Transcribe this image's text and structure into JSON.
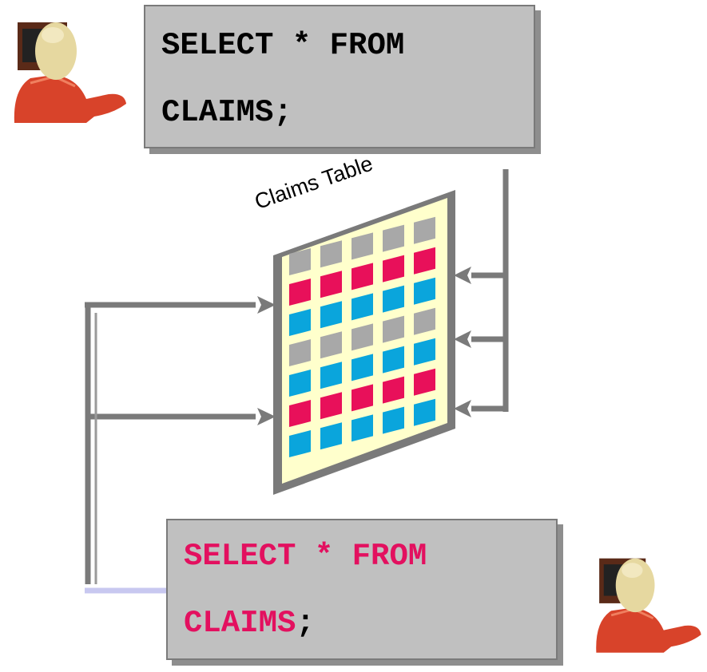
{
  "query_top": {
    "line1": "SELECT * FROM",
    "line2": "CLAIMS",
    "semicolon": ";"
  },
  "query_bottom": {
    "line1": "SELECT * FROM",
    "line2": "CLAIMS",
    "semicolon": ";"
  },
  "table_label": "Claims Table",
  "colors": {
    "box_fill": "#c0c0c0",
    "grid_bg": "#ffffcc",
    "cell_gray": "#a8a8a8",
    "cell_pink": "#e8105a",
    "cell_blue": "#0aa5dc",
    "connector": "#7a7a7a",
    "bottom_query_text": "#e3105f",
    "top_query_text": "#000000"
  },
  "grid_rows": [
    [
      "gray",
      "gray",
      "gray",
      "gray",
      "gray"
    ],
    [
      "pink",
      "pink",
      "pink",
      "pink",
      "pink"
    ],
    [
      "blue",
      "blue",
      "blue",
      "blue",
      "blue"
    ],
    [
      "gray",
      "gray",
      "gray",
      "gray",
      "gray"
    ],
    [
      "blue",
      "blue",
      "blue",
      "blue",
      "blue"
    ],
    [
      "pink",
      "pink",
      "pink",
      "pink",
      "pink"
    ],
    [
      "blue",
      "blue",
      "blue",
      "blue",
      "blue"
    ]
  ],
  "icons": {
    "user_top": "user-at-terminal-icon",
    "user_bottom": "user-at-terminal-icon"
  }
}
